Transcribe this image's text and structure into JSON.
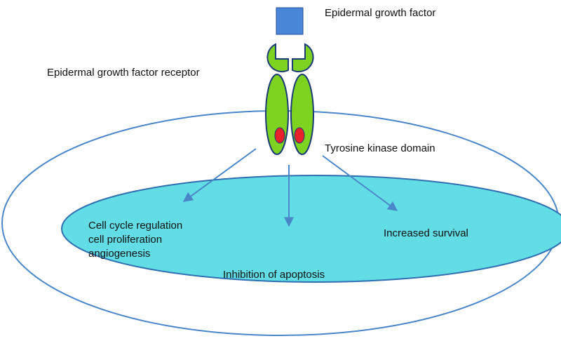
{
  "labels": {
    "ligand": "Epidermal growth factor",
    "receptor": "Epidermal growth factor receptor",
    "kinase_domain": "Tyrosine kinase domain",
    "nucleus_left": [
      "Cell cycle regulation",
      "cell proliferation",
      "angiogenesis"
    ],
    "nucleus_right": "Increased survival",
    "nucleus_bottom": "Inhibition of apoptosis"
  },
  "colors": {
    "ligand_fill": "#4a86d8",
    "ligand_stroke": "#1f4f9a",
    "receptor_fill": "#7ed321",
    "receptor_stroke": "#1a3a78",
    "kinase_fill": "#e8202a",
    "cell_stroke": "#4a86c8",
    "nucleus_fill": "#62dde6",
    "nucleus_stroke": "#2f6fb0",
    "arrow": "#4a86c8"
  }
}
